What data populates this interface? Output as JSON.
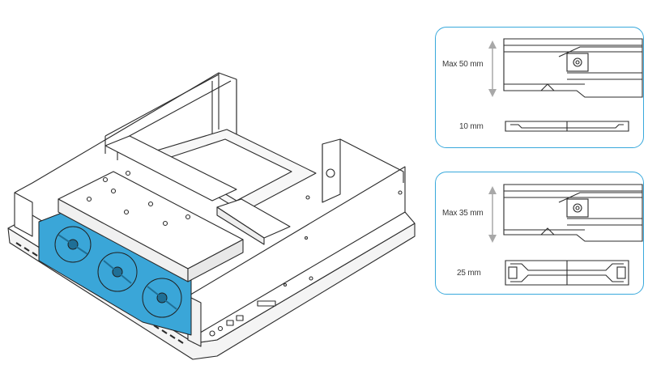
{
  "panels": [
    {
      "max_label": {
        "prefix": "Max",
        "value": "50",
        "unit": "mm"
      },
      "min_label": {
        "value": "10",
        "unit": "mm"
      }
    },
    {
      "max_label": {
        "prefix": "Max",
        "value": "35",
        "unit": "mm"
      },
      "min_label": {
        "value": "25",
        "unit": "mm"
      }
    }
  ],
  "colors": {
    "panel_border": "#39a9dc",
    "fan_blue": "#3aa6d8",
    "arrow_gray": "#a8a8a8",
    "line": "#2b2b2b"
  }
}
